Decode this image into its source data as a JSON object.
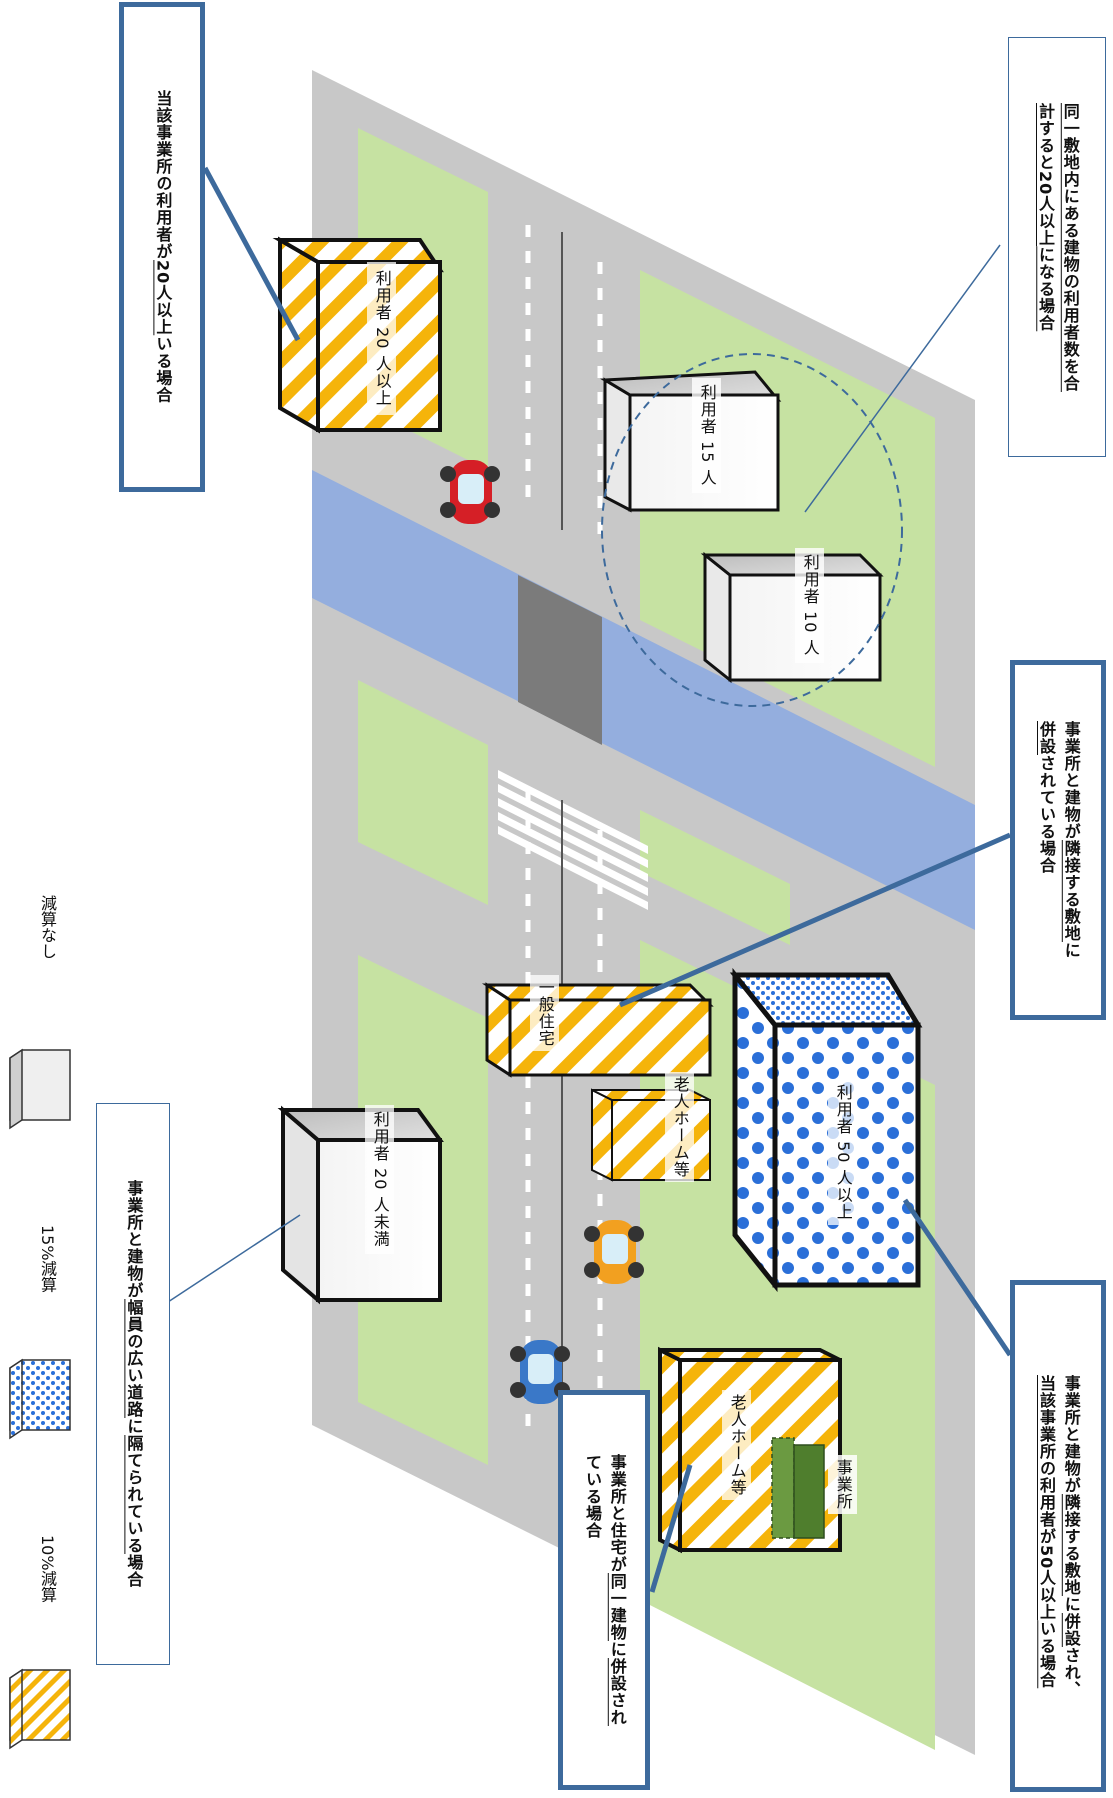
{
  "legend": {
    "items": [
      {
        "swatch": "stripe",
        "label": "10%減算"
      },
      {
        "swatch": "dots",
        "label": "15%減算"
      },
      {
        "swatch": "plain",
        "label": "減算なし"
      }
    ]
  },
  "callouts": {
    "wide_road": {
      "segments": [
        "事業所と建物が",
        "幅員の広い道路",
        "に",
        "隔てられている",
        "場合"
      ]
    },
    "same_building": {
      "lines": [
        [
          "事業所と住宅が",
          "同一建物",
          "に",
          "併設され"
        ],
        [
          "ている場合"
        ]
      ]
    },
    "over20": {
      "segments": [
        "当該事業所の利用者が",
        "20人以上",
        "いる場合"
      ]
    },
    "same_site": {
      "lines": [
        [
          "同一敷地内にある建物の利用者数を合"
        ],
        [
          "計すると",
          "20人以上",
          "になる場合"
        ]
      ]
    },
    "adjacent": {
      "lines": [
        [
          "事業所と建物が",
          "隣接する敷地",
          "に"
        ],
        [
          "併設",
          "されている場合"
        ]
      ]
    },
    "adjacent50": {
      "lines": [
        [
          "事業所と建物が",
          "隣接する敷地",
          "に",
          "併設",
          "され、"
        ],
        [
          "当該事業所の利用者が",
          "50人以上",
          "いる場合"
        ]
      ]
    }
  },
  "buildings": {
    "b_top_striped": "利用者 20 人以上",
    "b_15": "利用者 15 人",
    "b_10": "利用者 10 人",
    "b_general_house": "一般住宅",
    "b_rojin1": "老人ホーム等",
    "b_lt20": "利用者 20 人未満",
    "b_50": "利用者 50 人以上",
    "b_rojin2": "老人ホーム等",
    "b_office": "事業所"
  },
  "colors": {
    "road": "#c8c8c8",
    "grass": "#c6e2a2",
    "river": "#94aede",
    "bridge": "#7b7b7b",
    "stripe_yellow": "#f5b40a",
    "dot_blue": "#2a6fd8",
    "callout_border": "#3d6a9c",
    "office_green": "#6b9a41"
  }
}
